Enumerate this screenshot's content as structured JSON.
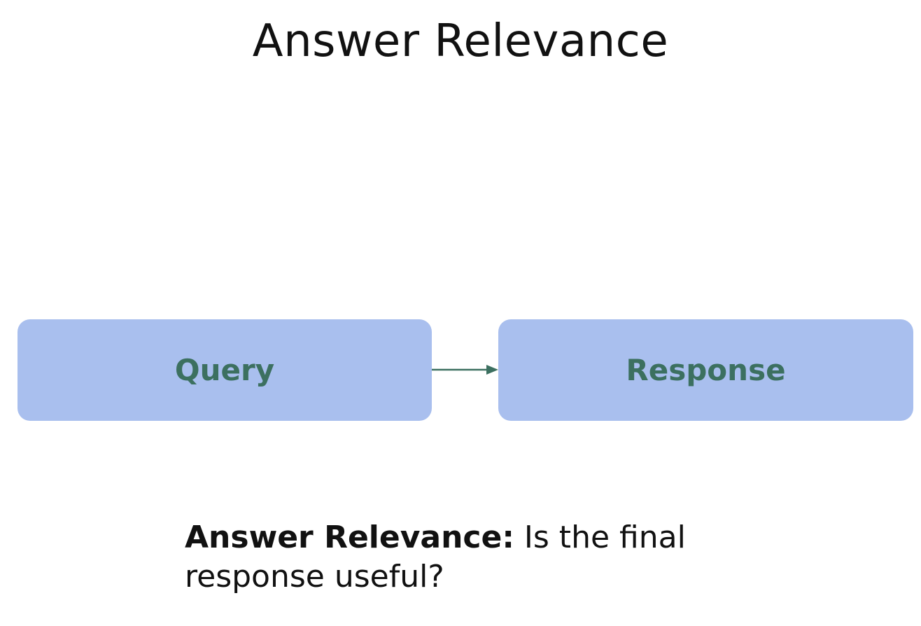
{
  "title": "Answer Relevance",
  "nodes": {
    "query": {
      "label": "Query"
    },
    "response": {
      "label": "Response"
    }
  },
  "caption": {
    "term": "Answer Relevance:",
    "text": " Is the final response useful?"
  },
  "colors": {
    "node_fill": "#a9bfee",
    "node_text": "#3c7060",
    "arrow": "#3c7060",
    "text": "#111111"
  }
}
